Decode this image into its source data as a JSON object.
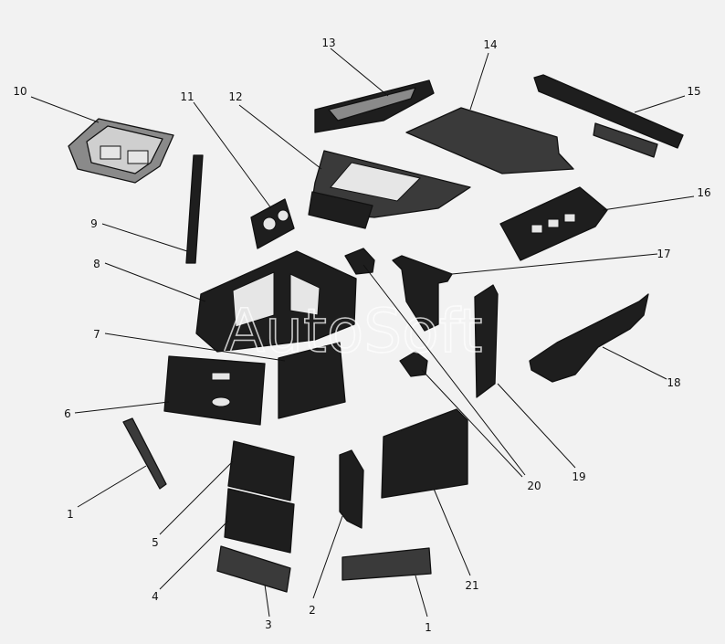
{
  "watermark": "AutoSoft",
  "callouts": [
    "1",
    "2",
    "3",
    "4",
    "5",
    "6",
    "7",
    "8",
    "9",
    "10",
    "11",
    "12",
    "13",
    "14",
    "15",
    "16",
    "17",
    "18",
    "19",
    "20",
    "21"
  ],
  "colors": {
    "line": "#111111",
    "dark_fill": "#1e1e1e",
    "background": "#f2f2f2"
  }
}
